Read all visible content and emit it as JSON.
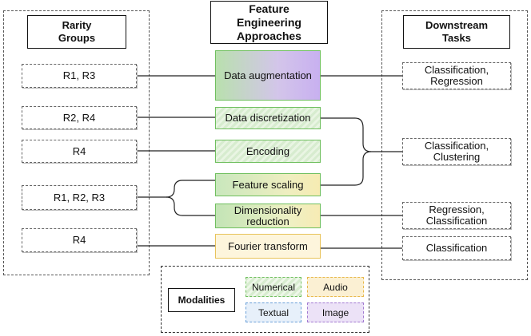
{
  "rarity": {
    "title": "Rarity\nGroups",
    "rows": [
      "R1, R3",
      "R2, R4",
      "R4",
      "R1, R2, R3",
      "R4"
    ]
  },
  "approaches": {
    "title": "Feature\nEngineering\nApproaches",
    "items": [
      "Data augmentation",
      "Data discretization",
      "Encoding",
      "Feature scaling",
      "Dimensionality\nreduction",
      "Fourier transform"
    ]
  },
  "downstream": {
    "title": "Downstream\nTasks",
    "items": [
      "Classification,\nRegression",
      "Classification,\nClustering",
      "Regression,\nClassification",
      "Classification"
    ]
  },
  "legend": {
    "title": "Modalities",
    "items": [
      {
        "label": "Numerical",
        "color": "#6fbf5e"
      },
      {
        "label": "Audio",
        "color": "#e8b84a"
      },
      {
        "label": "Textual",
        "color": "#6aa0d8"
      },
      {
        "label": "Image",
        "color": "#a27ad1"
      }
    ]
  }
}
